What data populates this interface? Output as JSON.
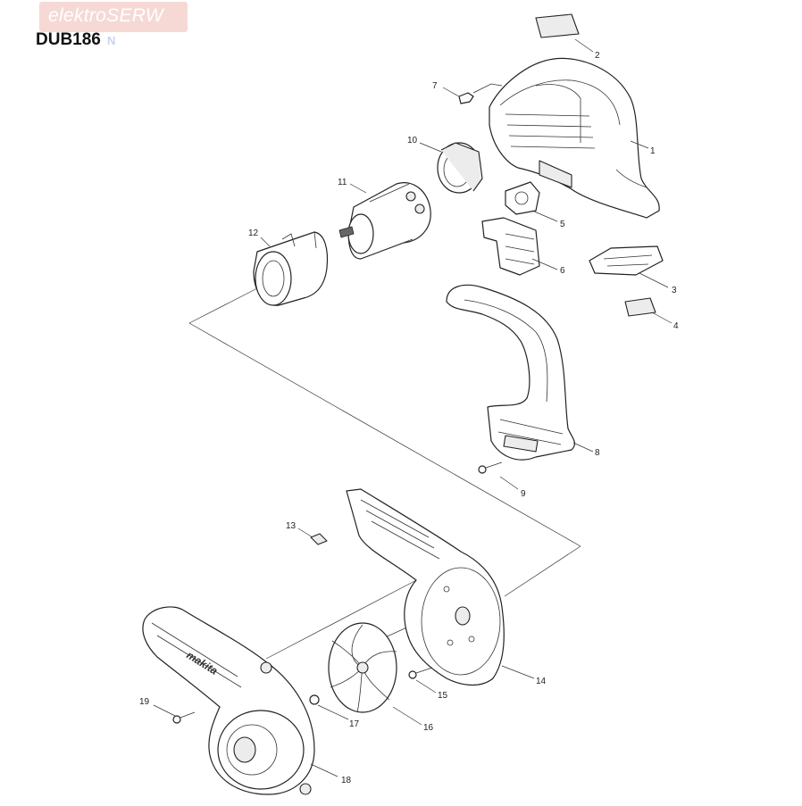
{
  "header": {
    "logo_text": "elektroSERW",
    "model": "DUB186",
    "watermark_fragment": "N"
  },
  "brand_mark": "makita",
  "colors": {
    "logo_background": "#f6d9d5",
    "line_art": "#222222"
  },
  "parts": [
    {
      "id": "part-1",
      "number": "1"
    },
    {
      "id": "part-2",
      "number": "2"
    },
    {
      "id": "part-3",
      "number": "3"
    },
    {
      "id": "part-4",
      "number": "4"
    },
    {
      "id": "part-5",
      "number": "5"
    },
    {
      "id": "part-6",
      "number": "6"
    },
    {
      "id": "part-7",
      "number": "7"
    },
    {
      "id": "part-8",
      "number": "8"
    },
    {
      "id": "part-9",
      "number": "9"
    },
    {
      "id": "part-10",
      "number": "10"
    },
    {
      "id": "part-11",
      "number": "11"
    },
    {
      "id": "part-12",
      "number": "12"
    },
    {
      "id": "part-13",
      "number": "13"
    },
    {
      "id": "part-14",
      "number": "14"
    },
    {
      "id": "part-15",
      "number": "15"
    },
    {
      "id": "part-16",
      "number": "16"
    },
    {
      "id": "part-17",
      "number": "17"
    },
    {
      "id": "part-18",
      "number": "18"
    },
    {
      "id": "part-19",
      "number": "19"
    }
  ]
}
